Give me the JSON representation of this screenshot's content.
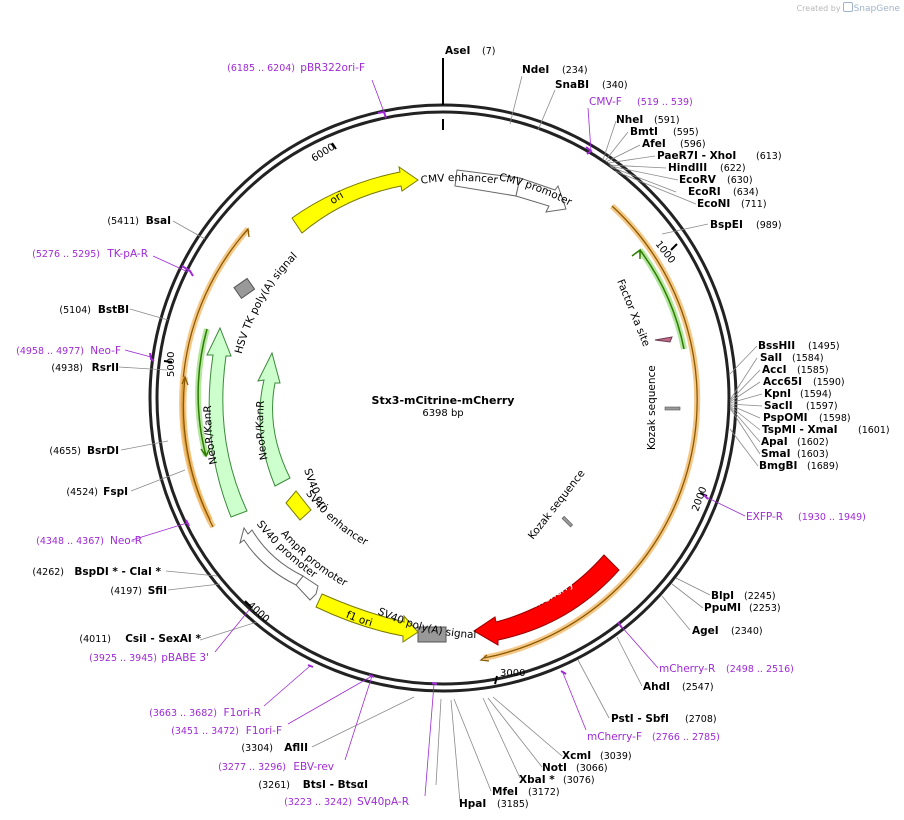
{
  "credit": {
    "prefix": "Created by",
    "brand": "SnapGene"
  },
  "plasmid": {
    "name": "Stx3-mCitrine-mCherry",
    "length_label": "6398 bp",
    "length": 6398
  },
  "ticks": [
    "1000",
    "2000",
    "3000",
    "4000",
    "5000",
    "6000"
  ],
  "enzymes": [
    {
      "name": "AseI",
      "pos": "(7)"
    },
    {
      "name": "NdeI",
      "pos": "(234)"
    },
    {
      "name": "SnaBI",
      "pos": "(340)"
    },
    {
      "name": "NheI",
      "pos": "(591)"
    },
    {
      "name": "BmtI",
      "pos": "(595)"
    },
    {
      "name": "AfeI",
      "pos": "(596)"
    },
    {
      "name": "PaeR7I - XhoI",
      "pos": "(613)"
    },
    {
      "name": "HindIII",
      "pos": "(622)"
    },
    {
      "name": "EcoRV",
      "pos": "(630)"
    },
    {
      "name": "EcoRI",
      "pos": "(634)"
    },
    {
      "name": "EcoNI",
      "pos": "(711)"
    },
    {
      "name": "BspEI",
      "pos": "(989)"
    },
    {
      "name": "BssHII",
      "pos": "(1495)"
    },
    {
      "name": "SalI",
      "pos": "(1584)"
    },
    {
      "name": "AccI",
      "pos": "(1585)"
    },
    {
      "name": "Acc65I",
      "pos": "(1590)"
    },
    {
      "name": "KpnI",
      "pos": "(1594)"
    },
    {
      "name": "SacII",
      "pos": "(1597)"
    },
    {
      "name": "PspOMI",
      "pos": "(1598)"
    },
    {
      "name": "TspMI - XmaI",
      "pos": "(1601)"
    },
    {
      "name": "ApaI",
      "pos": "(1602)"
    },
    {
      "name": "SmaI",
      "pos": "(1603)"
    },
    {
      "name": "BmgBI",
      "pos": "(1689)"
    },
    {
      "name": "BlpI",
      "pos": "(2245)"
    },
    {
      "name": "PpuMI",
      "pos": "(2253)"
    },
    {
      "name": "AgeI",
      "pos": "(2340)"
    },
    {
      "name": "AhdI",
      "pos": "(2547)"
    },
    {
      "name": "PstI - SbfI",
      "pos": "(2708)"
    },
    {
      "name": "XcmI",
      "pos": "(3039)"
    },
    {
      "name": "NotI",
      "pos": "(3066)"
    },
    {
      "name": "XbaI *",
      "pos": "(3076)"
    },
    {
      "name": "MfeI",
      "pos": "(3172)"
    },
    {
      "name": "HpaI",
      "pos": "(3185)"
    },
    {
      "name": "BtsI - BtsαI",
      "pos": "(3261)"
    },
    {
      "name": "AflII",
      "pos": "(3304)"
    },
    {
      "name": "CsiI - SexAI *",
      "pos": "(4011)"
    },
    {
      "name": "SfiI",
      "pos": "(4197)"
    },
    {
      "name": "BspDI * - ClaI *",
      "pos": "(4262)"
    },
    {
      "name": "FspI",
      "pos": "(4524)"
    },
    {
      "name": "BsrDI",
      "pos": "(4655)"
    },
    {
      "name": "RsrII",
      "pos": "(4938)"
    },
    {
      "name": "BstBI",
      "pos": "(5104)"
    },
    {
      "name": "BsaI",
      "pos": "(5411)"
    }
  ],
  "primers": [
    {
      "name": "pBR322ori-F",
      "pos": "(6185 .. 6204)"
    },
    {
      "name": "CMV-F",
      "pos": "(519 .. 539)"
    },
    {
      "name": "EXFP-R",
      "pos": "(1930 .. 1949)"
    },
    {
      "name": "mCherry-R",
      "pos": "(2498 .. 2516)"
    },
    {
      "name": "mCherry-F",
      "pos": "(2766 .. 2785)"
    },
    {
      "name": "SV40pA-R",
      "pos": "(3223 .. 3242)"
    },
    {
      "name": "EBV-rev",
      "pos": "(3277 .. 3296)"
    },
    {
      "name": "F1ori-F",
      "pos": "(3451 .. 3472)"
    },
    {
      "name": "F1ori-R",
      "pos": "(3663 .. 3682)"
    },
    {
      "name": "pBABE 3'",
      "pos": "(3925 .. 3945)"
    },
    {
      "name": "Neo-R",
      "pos": "(4348 .. 4367)"
    },
    {
      "name": "Neo-F",
      "pos": "(4958 .. 4977)"
    },
    {
      "name": "TK-pA-R",
      "pos": "(5276 .. 5295)"
    }
  ],
  "features": [
    {
      "name": "CMV enhancer",
      "color": "#ffffff"
    },
    {
      "name": "CMV promoter",
      "color": "#ffffff"
    },
    {
      "name": "ori",
      "color": "#ffff00"
    },
    {
      "name": "Factor Xa site",
      "color": "#c06a8a"
    },
    {
      "name": "Kozak sequence",
      "color": "#999999"
    },
    {
      "name": "Kozak sequence",
      "color": "#999999"
    },
    {
      "name": "mCherry",
      "color": "#ff0000"
    },
    {
      "name": "SV40 poly(A) signal",
      "color": "#999999"
    },
    {
      "name": "f1 ori",
      "color": "#ffff00"
    },
    {
      "name": "AmpR promoter",
      "color": "#ffffff"
    },
    {
      "name": "SV40 promoter",
      "color": "#ffffff"
    },
    {
      "name": "SV40 ori",
      "color": "#ffff00"
    },
    {
      "name": "SV40 enhancer",
      "color": "#ffffff"
    },
    {
      "name": "NeoR/KanR",
      "color": "#ccffcc"
    },
    {
      "name": "NeoR/KanR",
      "color": "#ccffcc"
    },
    {
      "name": "HSV TK poly(A) signal",
      "color": "#999999"
    }
  ]
}
